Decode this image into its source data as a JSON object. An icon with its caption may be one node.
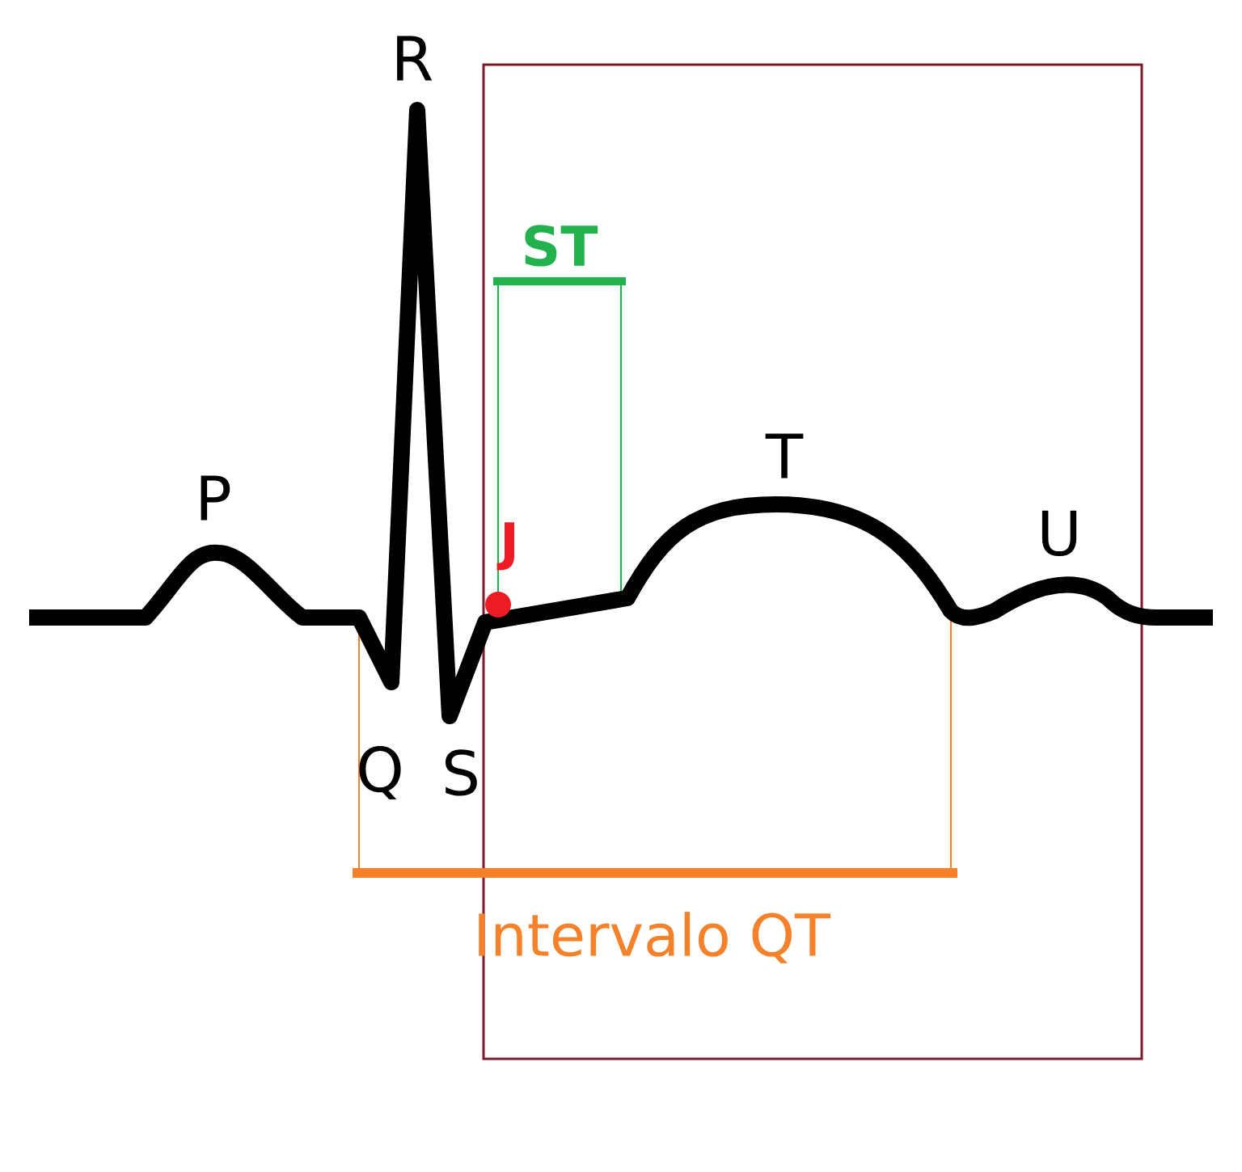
{
  "diagram": {
    "labels": [
      "R",
      "ST",
      "T",
      "P",
      "J",
      "U",
      "Q",
      "S",
      "Intervalo QT"
    ]
  }
}
